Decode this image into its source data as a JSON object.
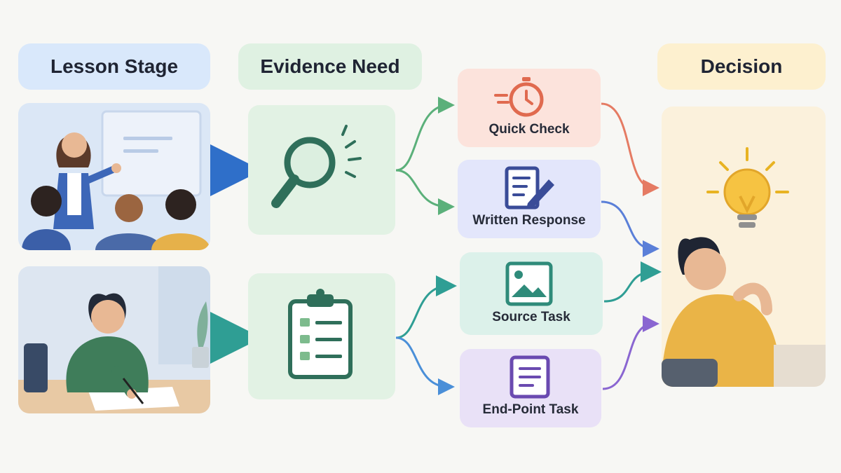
{
  "headers": {
    "lesson_stage": "Lesson Stage",
    "evidence_need": "Evidence Need",
    "decision": "Decision"
  },
  "tasks": {
    "quick_check": "Quick Check",
    "written_response": "Written Response",
    "source_task": "Source Task",
    "end_point_task": "End-Point Task"
  },
  "colors": {
    "blue_header": "#d9e8fb",
    "green_header": "#dff1e2",
    "yellow_header": "#fdf0cf",
    "quick_check": "#fce3dc",
    "written_response": "#e3e6fb",
    "source_task": "#dcf1ea",
    "end_point_task": "#e9e1f7",
    "arrow_red": "#e57b63",
    "arrow_blue": "#5a7fd8",
    "arrow_teal": "#2f9e94",
    "arrow_purple": "#8a66d1",
    "arrow_green": "#5bb07a"
  }
}
